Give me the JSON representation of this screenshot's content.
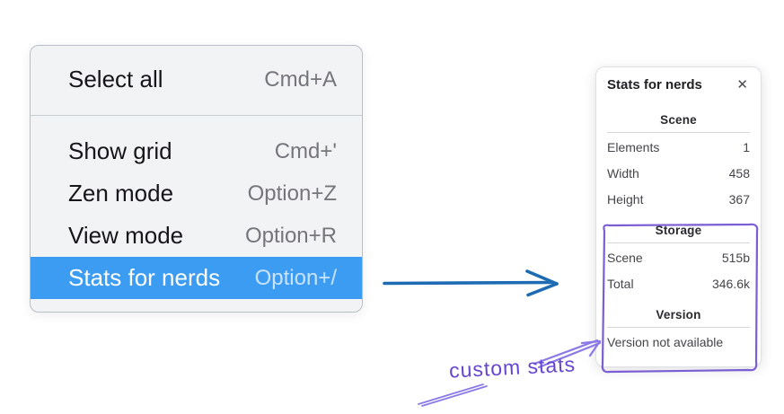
{
  "context_menu": {
    "items": [
      {
        "label": "Select all",
        "shortcut": "Cmd+A"
      },
      {
        "label": "Show grid",
        "shortcut": "Cmd+'"
      },
      {
        "label": "Zen mode",
        "shortcut": "Option+Z"
      },
      {
        "label": "View mode",
        "shortcut": "Option+R"
      },
      {
        "label": "Stats for nerds",
        "shortcut": "Option+/",
        "selected": true
      }
    ]
  },
  "stats_panel": {
    "title": "Stats for nerds",
    "close_icon": "✕",
    "sections": [
      {
        "heading": "Scene",
        "rows": [
          {
            "label": "Elements",
            "value": "1"
          },
          {
            "label": "Width",
            "value": "458"
          },
          {
            "label": "Height",
            "value": "367"
          }
        ]
      },
      {
        "heading": "Storage",
        "rows": [
          {
            "label": "Scene",
            "value": "515b"
          },
          {
            "label": "Total",
            "value": "346.6k"
          }
        ]
      },
      {
        "heading": "Version",
        "note": "Version not available"
      }
    ]
  },
  "annotation": {
    "label": "custom stats"
  },
  "colors": {
    "menu_highlight": "#3b9cf1",
    "flow_arrow": "#1d6bb2",
    "annotation_stroke": "#8b79e6",
    "annotation_box": "#7b5ed4",
    "annotation_text": "#6746cf"
  }
}
